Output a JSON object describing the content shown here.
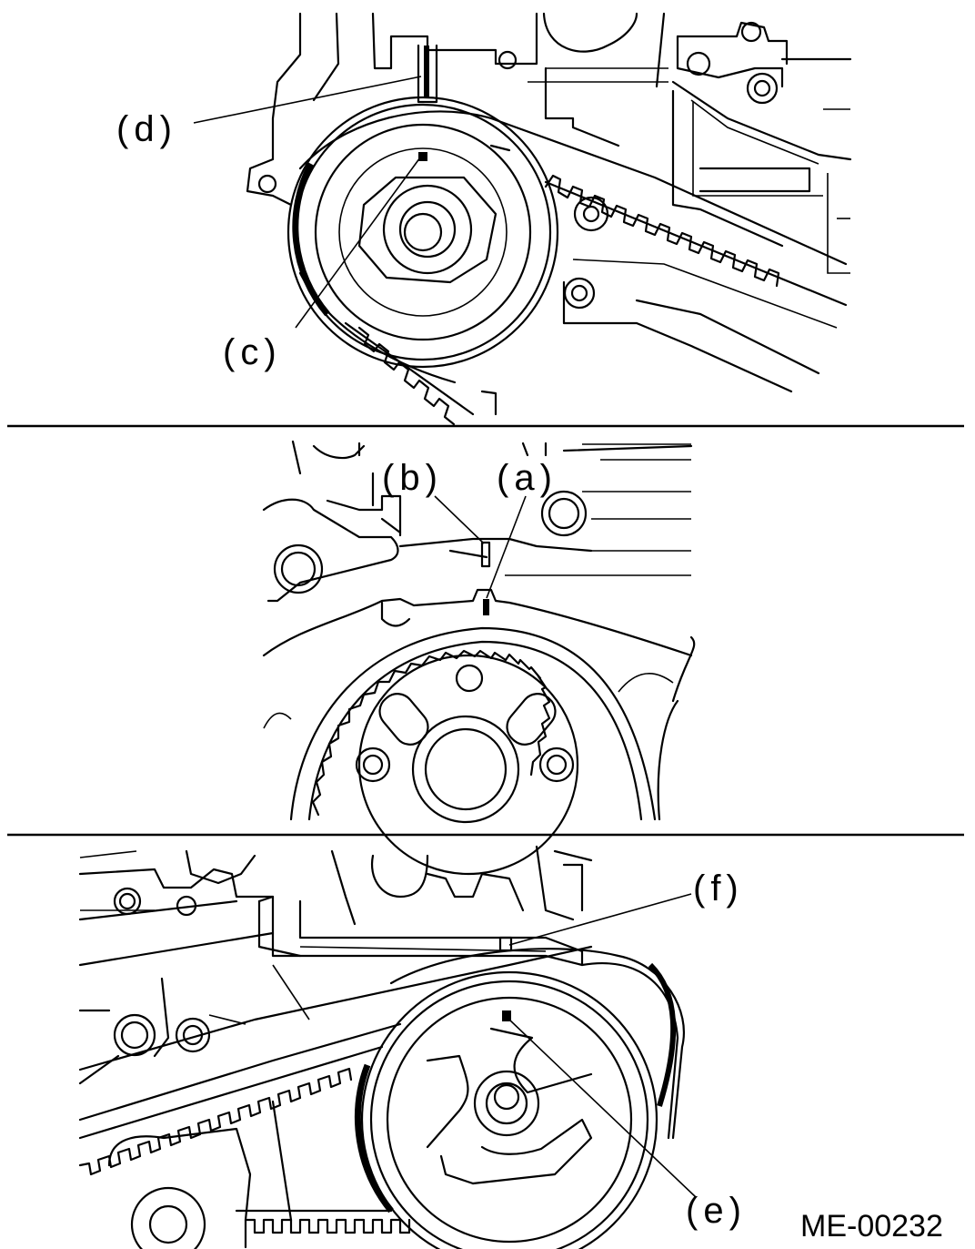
{
  "callouts": {
    "a": "(a)",
    "b": "(b)",
    "c": "(c)",
    "d": "(d)",
    "e": "(e)",
    "f": "(f)"
  },
  "figure_code": "ME-00232",
  "icons": [
    "crank-sprocket",
    "camshaft-sprocket-left",
    "camshaft-sprocket-right",
    "timing-belt"
  ]
}
